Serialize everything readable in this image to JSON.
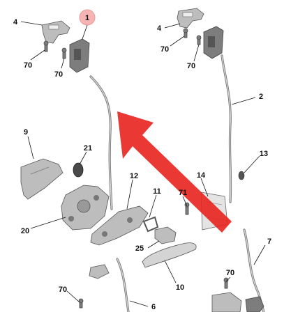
{
  "callouts": [
    {
      "id": "c1",
      "text": "1",
      "highlighted": true
    },
    {
      "id": "c4a",
      "text": "4"
    },
    {
      "id": "c70a",
      "text": "70"
    },
    {
      "id": "c70b",
      "text": "70"
    },
    {
      "id": "c4b",
      "text": "4"
    },
    {
      "id": "c70c",
      "text": "70"
    },
    {
      "id": "c70d",
      "text": "70"
    },
    {
      "id": "c2",
      "text": "2"
    },
    {
      "id": "c9",
      "text": "9"
    },
    {
      "id": "c21",
      "text": "21"
    },
    {
      "id": "c13",
      "text": "13"
    },
    {
      "id": "c12",
      "text": "12"
    },
    {
      "id": "c14",
      "text": "14"
    },
    {
      "id": "c11",
      "text": "11"
    },
    {
      "id": "c71",
      "text": "71"
    },
    {
      "id": "c20",
      "text": "20"
    },
    {
      "id": "c25",
      "text": "25"
    },
    {
      "id": "c7",
      "text": "7"
    },
    {
      "id": "c10",
      "text": "10"
    },
    {
      "id": "c70e",
      "text": "70"
    },
    {
      "id": "c70f",
      "text": "70"
    },
    {
      "id": "c6",
      "text": "6"
    }
  ],
  "colors": {
    "highlight_circle": "#f6b4b4",
    "arrow": "#e8231e",
    "part_fill": "#bdbdbd",
    "part_dark": "#7d7d7d",
    "label": "#111111"
  }
}
